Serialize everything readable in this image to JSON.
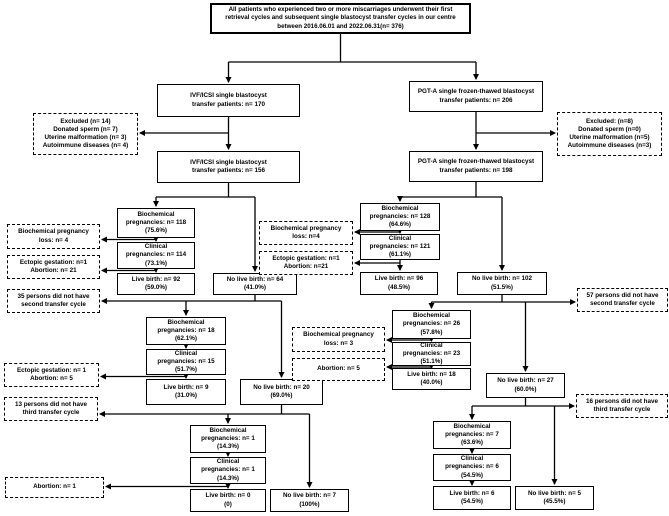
{
  "colors": {
    "box_border": "#000000",
    "background": "#ffffff",
    "text": "#000000"
  },
  "nodes": {
    "root": "All patients who experienced two or more miscarriages underwent their first\nretrieval cycles and subsequent single blastocyst transfer cycles in our centre\nbetween 2016.06.01 and 2022.06.31(n= 376)",
    "ivf170": "IVF/ICSI single blastocyst\ntransfer patients: n= 170",
    "pgta206": "PGT-A single frozen-thawed blastocyst\ntransfer patients: n= 206",
    "ivf156": "IVF/ICSI single blastocyst\ntransfer patients: n= 156",
    "pgta198": "PGT-A single frozen-thawed blastocyst\ntransfer patients: n= 198",
    "excl_left": "Excluded (n= 14)\nDonated sperm (n= 7)\nUterine malformation (n= 3)\nAutoimmune diseases (n= 4)",
    "excl_right": "Excluded: (n=8)\nDonated sperm (n=0)\nUterine malformation (n=5)\nAutoimmune diseases (n=3)",
    "bio118": "Biochemical\npregnancies: n= 118\n(75.6%)",
    "bpl4_left": "Biochemical pregnancy\nloss: n= 4",
    "clin114": "Clinical\npregnancies: n= 114\n(73.1%)",
    "ect21_left": "Ectopic gestation: n=1\nAbortion: n= 21",
    "live92": "Live birth: n= 92\n(59.0%)",
    "nolive64": "No live birth: n= 64\n(41.0%)",
    "p35": "35 persons did not have\nsecond transfer cycle",
    "bio128": "Biochemical\npregnancies: n= 128\n(64.6%)",
    "bpl4_right": "Biochemical pregnancy\nloss: n=4",
    "clin121": "Clinical\npregnancies: n= 121\n(61.1%)",
    "ect21_right": "Ectopic gestation: n=1\nAbortion: n=21",
    "live96": "Live birth: n= 96\n(48.5%)",
    "nolive102": "No live birth: n= 102\n(51.5%)",
    "p57": "57 persons did not have\nsecond transfer cycle",
    "bio18": "Biochemical\npregnancies: n= 18\n(62.1%)",
    "clin15": "Clinical\npregnancies: n= 15\n(51.7%)",
    "ect5_left": "Ectopic gestation: n= 1\nAbortion: n= 5",
    "live9": "Live birth: n= 9\n(31.0%)",
    "nolive20": "No live birth: n= 20\n(69.0%)",
    "bio26": "Biochemical\npregnancies: n= 26\n(57.8%)",
    "bpl3_mid": "Biochemical pregnancy\nloss: n= 3",
    "clin23": "Clinical\npregnancies: n= 23\n(51.1%)",
    "ab5_mid": "Abortion: n= 5",
    "live18": "Live birth: n= 18\n(40.0%)",
    "nolive27": "No live birth: n= 27\n(60.0%)",
    "p13": "13 persons did not have\nthird transfer cycle",
    "p16": "16 persons did not have\nthird transfer cycle",
    "bio1": "Biochemical\npregnancies: n= 1\n(14.3%)",
    "clin1": "Clinical\npregnancies: n= 1\n(14.3%)",
    "ab1": "Abortion: n= 1",
    "live0": "Live birth: n= 0\n(0)",
    "nolive7": "No live birth: n= 7\n(100%)",
    "bio7": "Biochemical\npregnancies: n= 7\n(63.6%)",
    "clin6": "Clinical\npregnancies: n= 6\n(54.5%)",
    "live6": "Live birth: n= 6\n(54.5%)",
    "nolive5": "No live birth: n= 5\n(45.5%)"
  }
}
